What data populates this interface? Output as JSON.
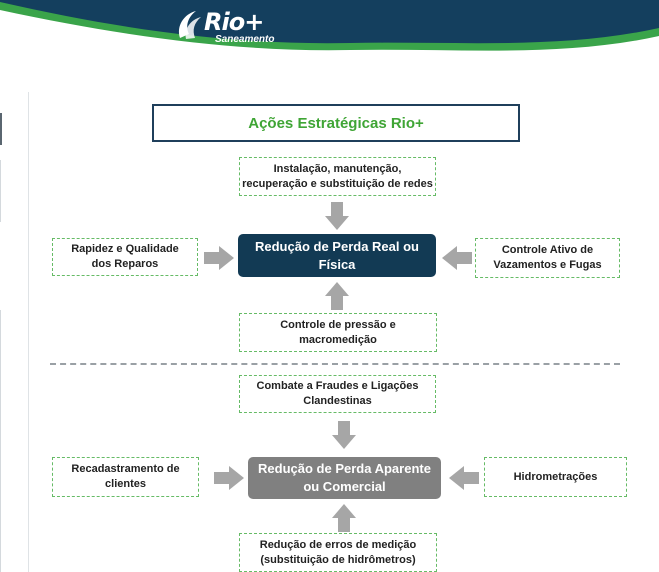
{
  "brand": {
    "name": "Rio+",
    "tagline": "Saneamento"
  },
  "title": "Ações Estratégicas Rio+",
  "real_loss": {
    "label": "Redução de Perda Real ou\nFísica",
    "top": "Instalação, manutenção,\nrecuperação e substituição de redes",
    "left": "Rapidez e Qualidade\ndos Reparos",
    "right": "Controle Ativo de\nVazamentos e Fugas",
    "bottom": "Controle de pressão e\nmacromedição"
  },
  "apparent_loss": {
    "label": "Redução de Perda Aparente\nou Comercial",
    "top": "Combate a Fraudes e Ligações\nClandestinas",
    "left": "Recadastramento de\nclientes",
    "right": "Hidrometrações",
    "bottom": "Redução de erros de medição\n(substituição de hidrômetros)"
  },
  "colors": {
    "title_green": "#3fa535",
    "header_green": "#3aa44a",
    "real_loss_fill": "#123a54",
    "apparent_loss_fill": "#808080",
    "arrow_gray": "#a6a6a6"
  }
}
